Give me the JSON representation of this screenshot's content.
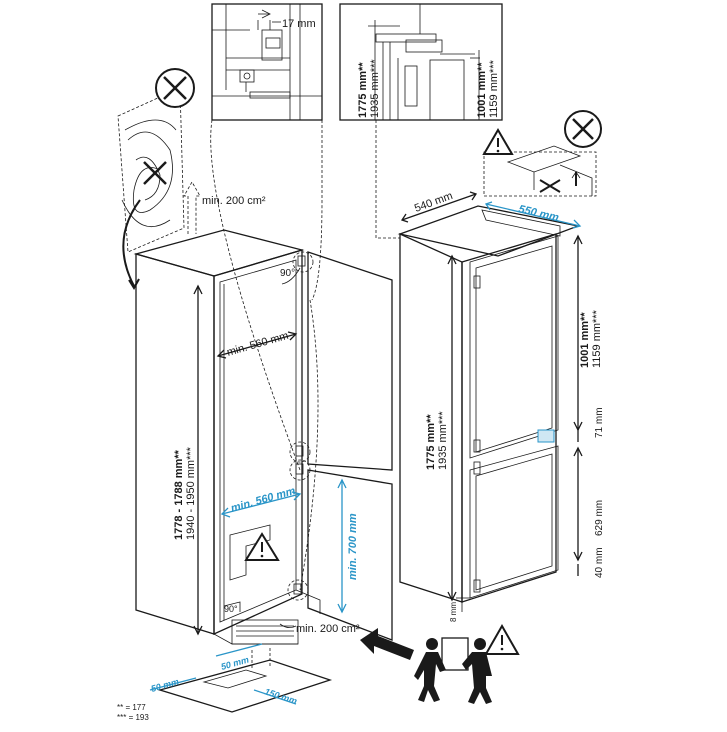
{
  "colors": {
    "line": "#1a1a1a",
    "accent_blue": "#2a95c8",
    "panel": "#f2f2f2",
    "background": "#ffffff"
  },
  "icons": [
    "prohibited-icon",
    "warning-icon",
    "vent-arrow-icon",
    "two-person-carry-icon",
    "direction-arrow-icon"
  ],
  "detail_top_left": {
    "gap": "17 mm"
  },
  "detail_top_right": {
    "height_a": "1775 mm**",
    "height_a_alt": "1935 mm***",
    "height_b": "1001 mm**",
    "height_b_alt": "1159 mm***"
  },
  "niche": {
    "vent_top": "min. 200 cm²",
    "width_top": "min. 560 mm",
    "height_range": "1778 - 1788 mm**",
    "height_range_alt": "1940 - 1950 mm***",
    "angle_top": "90°",
    "angle_bottom": "90°",
    "width_bottom": "min. 560 mm",
    "door_height": "min. 700 mm",
    "vent_bottom": "min. 200 cm²"
  },
  "appliance": {
    "depth": "540 mm",
    "width": "550 mm",
    "upper_height": "1001 mm**",
    "upper_height_alt": "1159 mm***",
    "total_height": "1775 mm**",
    "total_height_alt": "1935 mm***",
    "gap_71": "71 mm",
    "lower_height": "629 mm",
    "bottom_40": "40 mm",
    "foot_8": "8 mm"
  },
  "plinth": {
    "depth_a": "50 mm",
    "depth_b": "50 mm",
    "width": "150 mm"
  },
  "footnotes": {
    "double": "** = 177",
    "triple": "*** = 193"
  }
}
